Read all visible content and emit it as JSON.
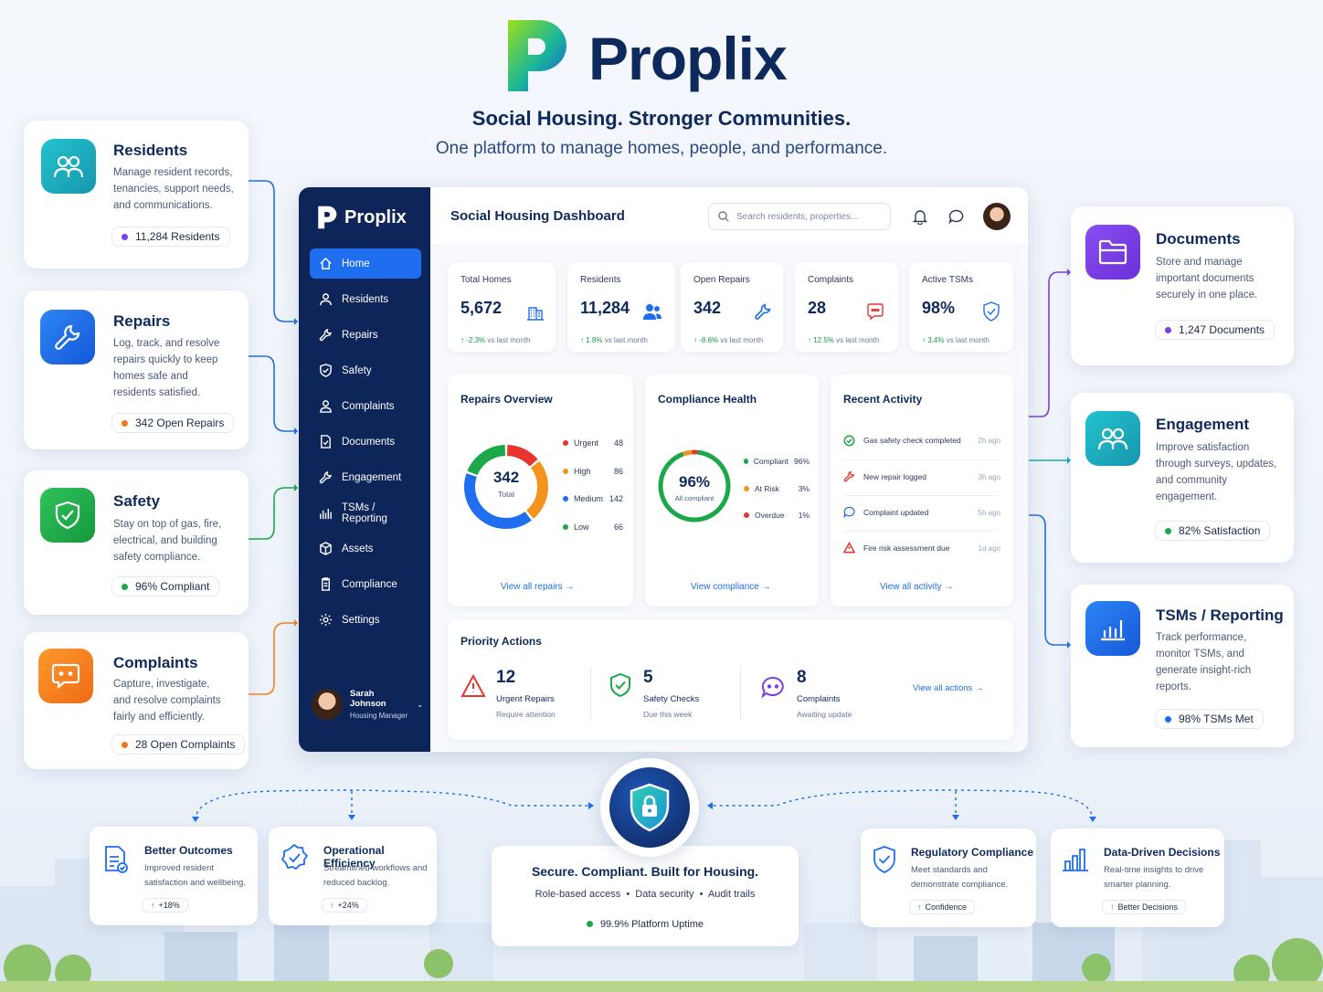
{
  "brand": {
    "name": "Proplix",
    "tagline": "Social Housing. Stronger Communities.",
    "subtitle": "One platform to manage homes, people, and performance."
  },
  "features_left": [
    {
      "title": "Residents",
      "desc": "Manage resident records, tenancies, support needs, and communications.",
      "pill": "11,284 Residents",
      "color": "#1aa8b8",
      "dot": "#7b3fe4"
    },
    {
      "title": "Repairs",
      "desc": "Log, track, and resolve repairs quickly to keep homes safe and residents satisfied.",
      "pill": "342 Open Repairs",
      "color": "#1f6ef0",
      "dot": "#f07a1a"
    },
    {
      "title": "Safety",
      "desc": "Stay on top of gas, fire, electrical, and building safety compliance.",
      "pill": "96% Compliant",
      "color": "#1aa84a",
      "dot": "#1aa84a"
    },
    {
      "title": "Complaints",
      "desc": "Capture, investigate, and resolve complaints fairly and efficiently.",
      "pill": "28 Open Complaints",
      "color": "#f5821f",
      "dot": "#f07a1a"
    }
  ],
  "features_right": [
    {
      "title": "Documents",
      "desc": "Store and manage important documents securely in one place.",
      "pill": "1,247 Documents",
      "color": "#7b3fe4",
      "dot": "#7b3fe4"
    },
    {
      "title": "Engagement",
      "desc": "Improve satisfaction through surveys, updates, and community engagement.",
      "pill": "82% Satisfaction",
      "color": "#1aa8b8",
      "dot": "#1aa84a"
    },
    {
      "title": "TSMs / Reporting",
      "desc": "Track performance, monitor TSMs, and generate insight-rich reports.",
      "pill": "98% TSMs Met",
      "color": "#1f6ef0",
      "dot": "#1f6ef0"
    }
  ],
  "dashboard": {
    "sidebar_logo": "Proplix",
    "nav": [
      "Home",
      "Residents",
      "Repairs",
      "Safety",
      "Complaints",
      "Documents",
      "Engagement",
      "TSMs / Reporting",
      "Assets",
      "Compliance",
      "Settings"
    ],
    "user": {
      "name": "Sarah Johnson",
      "role": "Housing Manager"
    },
    "title": "Social Housing Dashboard",
    "search_placeholder": "Search residents, properties...",
    "stats": [
      {
        "label": "Total Homes",
        "value": "5,672",
        "delta": "-2.3%",
        "delta_text": "vs last month"
      },
      {
        "label": "Residents",
        "value": "11,284",
        "delta": "1.8%",
        "delta_text": "vs last month"
      },
      {
        "label": "Open Repairs",
        "value": "342",
        "delta": "-8.6%",
        "delta_text": "vs last month"
      },
      {
        "label": "Complaints",
        "value": "28",
        "delta": "12.5%",
        "delta_text": "vs last month"
      },
      {
        "label": "Active TSMs",
        "value": "98%",
        "delta": "3.4%",
        "delta_text": "vs last month"
      }
    ],
    "repairs": {
      "title": "Repairs Overview",
      "total": "342",
      "total_label": "Total",
      "link": "View all repairs",
      "items": [
        {
          "label": "Urgent",
          "value": 48,
          "color": "#e8342f"
        },
        {
          "label": "High",
          "value": 86,
          "color": "#f5931f"
        },
        {
          "label": "Medium",
          "value": 142,
          "color": "#1f6ef0"
        },
        {
          "label": "Low",
          "value": 66,
          "color": "#1aa84a"
        }
      ]
    },
    "compliance": {
      "title": "Compliance Health",
      "value": "96%",
      "value_label": "All compliant",
      "link": "View compliance",
      "items": [
        {
          "label": "Compliant",
          "value": "96%",
          "color": "#1aa84a"
        },
        {
          "label": "At Risk",
          "value": "3%",
          "color": "#f5931f"
        },
        {
          "label": "Overdue",
          "value": "1%",
          "color": "#e8342f"
        }
      ]
    },
    "activity": {
      "title": "Recent Activity",
      "link": "View all activity",
      "items": [
        {
          "text": "Gas safety check completed",
          "time": "2h ago"
        },
        {
          "text": "New repair logged",
          "time": "3h ago"
        },
        {
          "text": "Complaint updated",
          "time": "5h ago"
        },
        {
          "text": "Fire risk assessment due",
          "time": "1d ago"
        }
      ]
    },
    "priority": {
      "title": "Priority Actions",
      "link": "View all actions",
      "items": [
        {
          "value": "12",
          "label": "Urgent Repairs",
          "sub": "Require attention"
        },
        {
          "value": "5",
          "label": "Safety Checks",
          "sub": "Due this week"
        },
        {
          "value": "8",
          "label": "Complaints",
          "sub": "Awaiting update"
        }
      ]
    }
  },
  "bottom": [
    {
      "title": "Better Outcomes",
      "desc": "Improved resident satisfaction and wellbeing.",
      "pill": "+18%"
    },
    {
      "title": "Operational Efficiency",
      "desc": "Streamlined workflows and reduced backlog.",
      "pill": "+24%"
    },
    {
      "title": "Regulatory Compliance",
      "desc": "Meet standards and demonstrate compliance.",
      "pill": "Confidence"
    },
    {
      "title": "Data-Driven Decisions",
      "desc": "Real-time insights to drive smarter planning.",
      "pill": "Better Decisions"
    }
  ],
  "security": {
    "title": "Secure. Compliant. Built for Housing.",
    "features": [
      "Role-based access",
      "Data security",
      "Audit trails"
    ],
    "uptime": "99.9% Platform Uptime"
  }
}
